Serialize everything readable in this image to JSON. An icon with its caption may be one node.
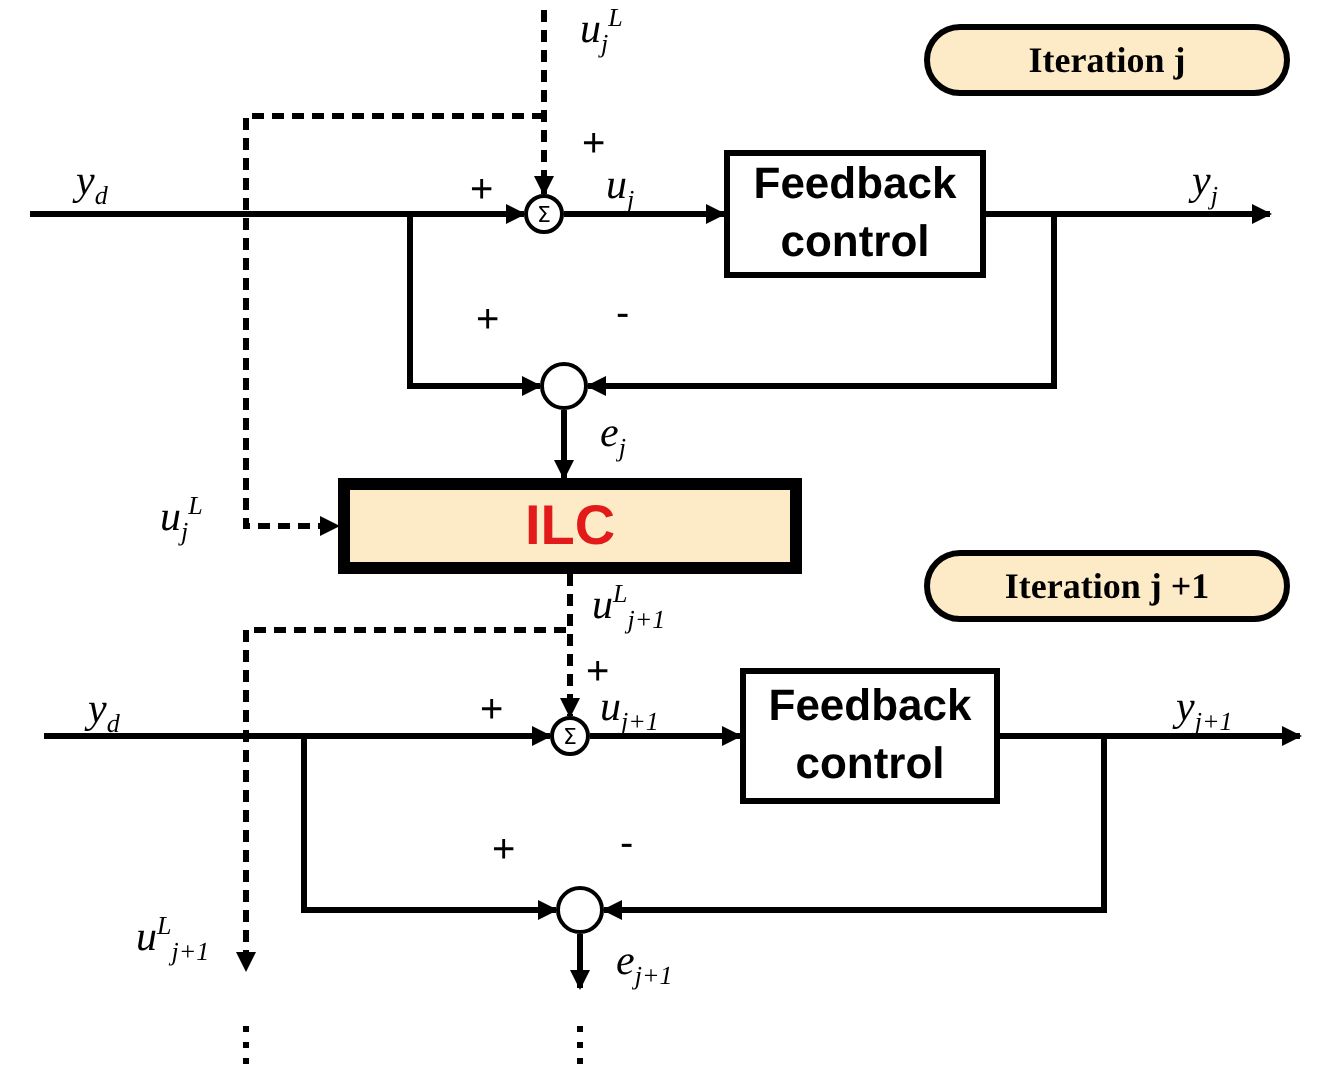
{
  "diagram": {
    "nodes": [
      {
        "text": [
          "Iteration j"
        ]
      },
      {
        "text": [
          "Σ"
        ]
      },
      {
        "text": [
          "Feedback control"
        ]
      },
      {
        "text": [],
        "shape": "circle"
      },
      {
        "text": [
          "ILC"
        ]
      },
      {
        "text": [
          "Iteration j +1"
        ]
      },
      {
        "text": [
          "Σ"
        ]
      },
      {
        "text": [
          "Feedback control"
        ]
      },
      {
        "text": [],
        "shape": "circle"
      }
    ],
    "edges": [
      {
        "from": null,
        "to": 1,
        "arrow": "to",
        "label": "u$_{j}$$^{L}$",
        "style": "dashed"
      },
      {
        "from": null,
        "to": 4,
        "arrow": "to",
        "label": "u$_{j}$$^{L}$",
        "style": "dashed"
      },
      {
        "from": null,
        "to": 1,
        "arrow": "to",
        "label": "y$_{d}$"
      },
      {
        "from": null,
        "to": 3,
        "arrow": "to"
      },
      {
        "from": 1,
        "to": 2,
        "arrow": "to",
        "label": "u$_{j}$"
      },
      {
        "from": 2,
        "to": null,
        "arrow": "to",
        "label": "y$_{j}$"
      },
      {
        "from": 2,
        "to": 3,
        "arrow": "to"
      },
      {
        "from": 3,
        "to": 4,
        "arrow": "to",
        "label": "e$_{j}$"
      },
      {
        "from": 4,
        "to": 6,
        "arrow": "to",
        "label": "u$^{L}$$_{j+1}$",
        "style": "dashed"
      },
      {
        "from": 4,
        "to": null,
        "arrow": "to",
        "label": "u$^{L}$$_{j+1}$",
        "style": "dashed"
      },
      {
        "from": null,
        "to": 6,
        "arrow": "to",
        "label": "y$_{d}$"
      },
      {
        "from": null,
        "to": 8,
        "arrow": "to"
      },
      {
        "from": 6,
        "to": 7,
        "arrow": "to",
        "label": "u$_{j+1}$"
      },
      {
        "from": 7,
        "to": null,
        "arrow": "to",
        "label": "y$_{j+1}$"
      },
      {
        "from": 7,
        "to": 8,
        "arrow": "to"
      },
      {
        "from": 8,
        "to": null,
        "arrow": "to",
        "label": "e$_{j+1}$"
      }
    ],
    "labels": [
      "+",
      "+",
      "+",
      "-",
      "+",
      "+",
      "+",
      "-"
    ]
  }
}
